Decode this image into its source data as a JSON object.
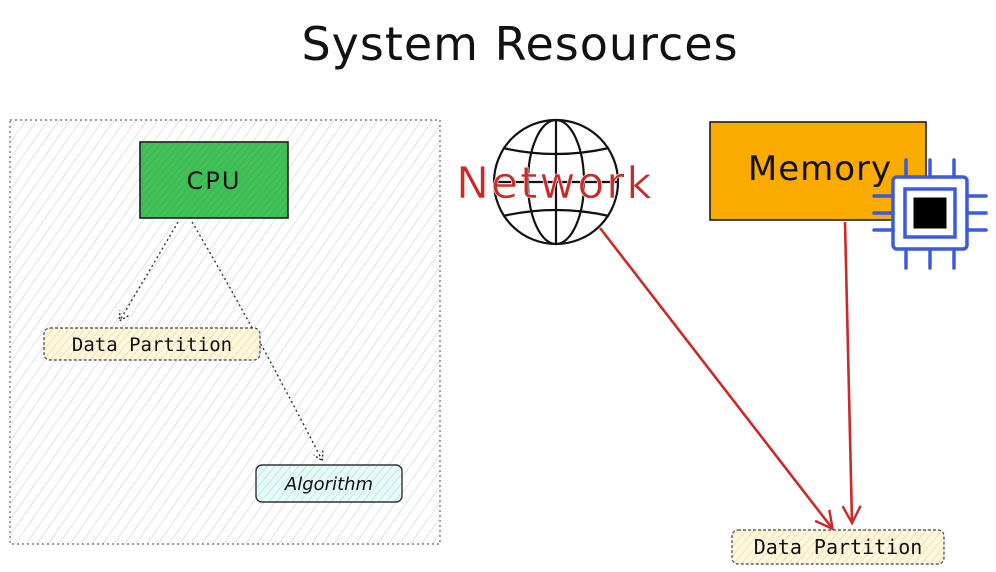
{
  "title": "System Resources",
  "nodes": {
    "cpu": "CPU",
    "data_partition_left": "Data Partition",
    "algorithm": "Algorithm",
    "network": "Network",
    "memory": "Memory",
    "data_partition_right": "Data Partition"
  },
  "colors": {
    "cpu_fill": "#40c057",
    "memory_fill": "#f9ab00",
    "data_partition_fill": "#ffe8b0",
    "algorithm_fill": "#c9f2ec",
    "network_text": "#c92a2a",
    "arrow_red": "#c92a2a",
    "chip_blue": "#3b5bdb",
    "group_hatch": "#c8d0d8"
  },
  "icons": [
    "globe-icon",
    "chip-icon"
  ]
}
